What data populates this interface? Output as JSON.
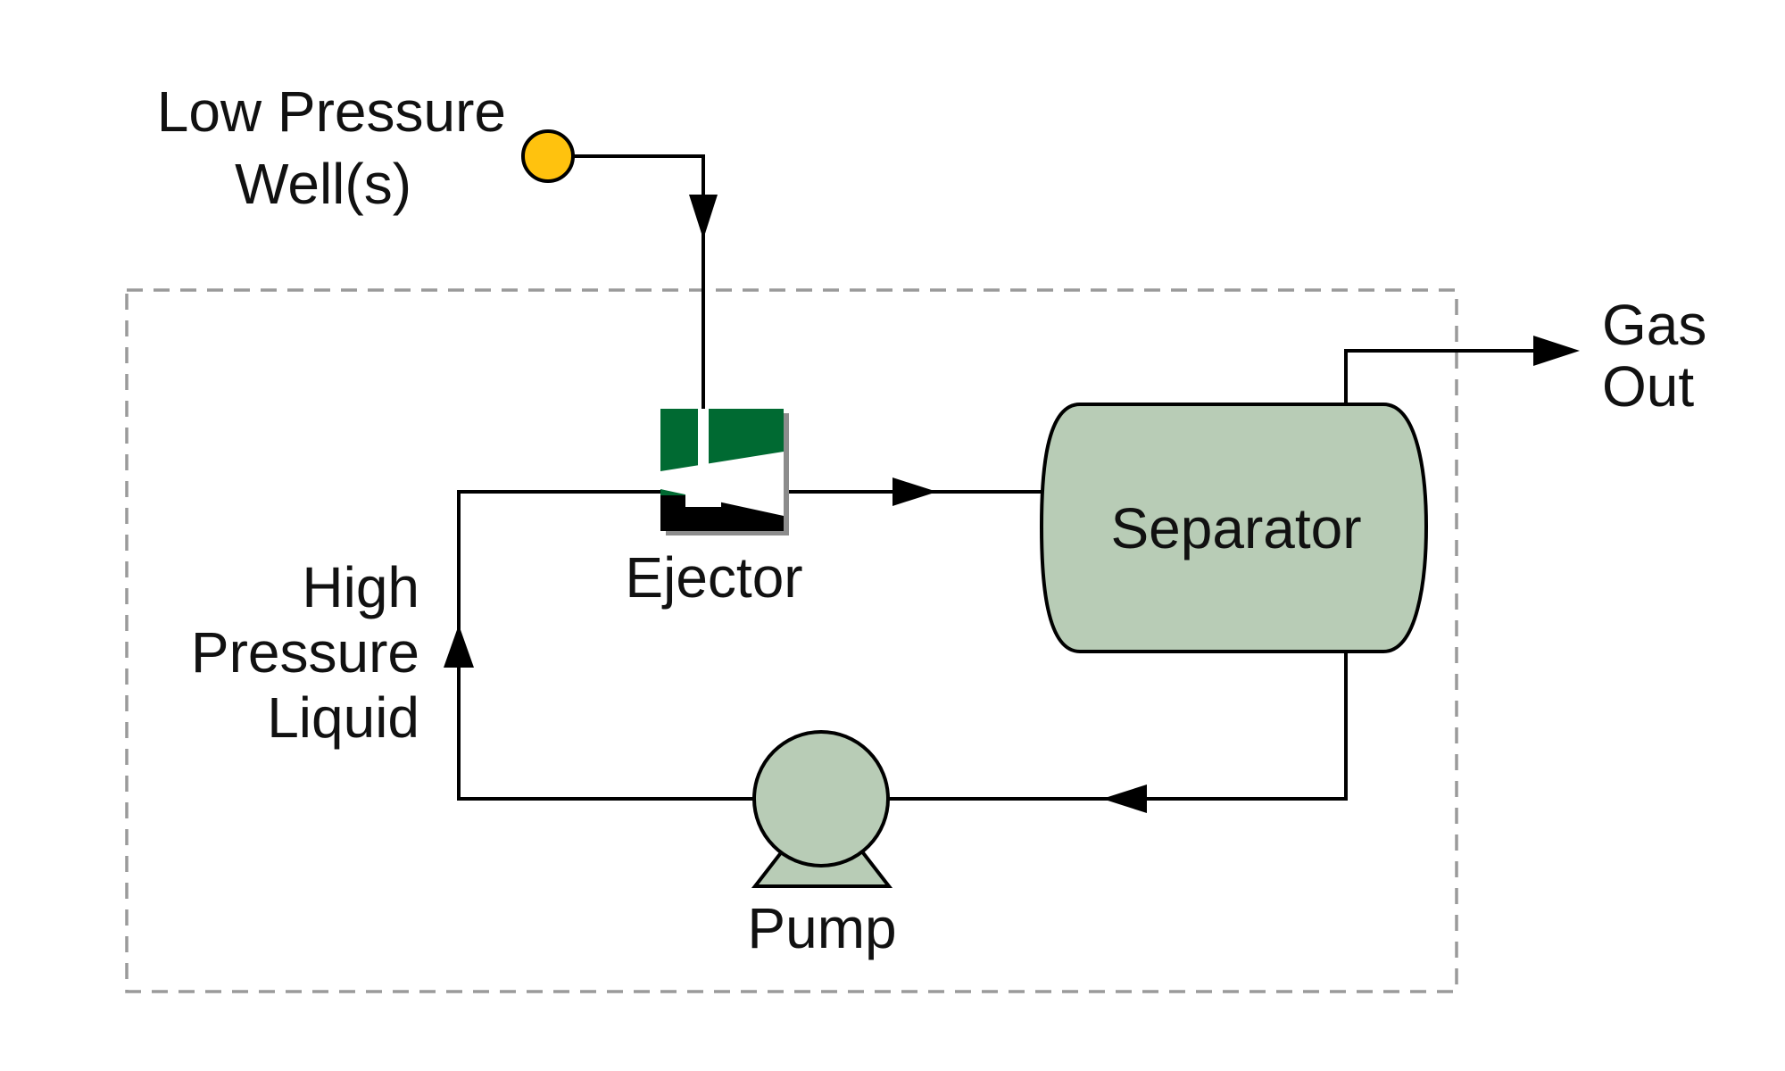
{
  "labels": {
    "low_pressure_well_line1": "Low Pressure",
    "low_pressure_well_line2": "Well(s)",
    "gas_out_line1": "Gas",
    "gas_out_line2": "Out",
    "separator": "Separator",
    "ejector": "Ejector",
    "high_pressure_line1": "High",
    "high_pressure_line2": "Pressure",
    "high_pressure_line3": "Liquid",
    "pump": "Pump"
  },
  "colors": {
    "well_marker": "#FFC20E",
    "ejector_body": "#006A32",
    "ejector_base": "#000000",
    "equipment_fill": "#B8CCB6",
    "boundary": "#9A9A9A",
    "pipe": "#000000"
  },
  "icons": {
    "well": "well-circle-icon",
    "ejector": "ejector-icon",
    "separator": "separator-vessel-icon",
    "pump": "pump-icon"
  }
}
